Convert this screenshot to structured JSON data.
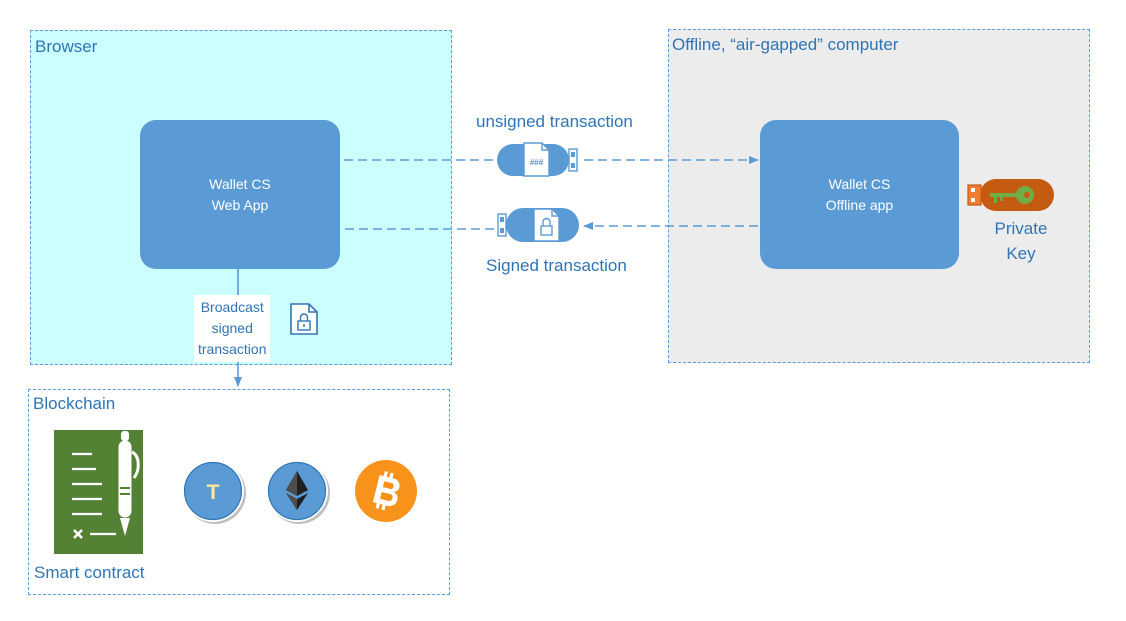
{
  "regions": {
    "browser": "Browser",
    "offline": "Offline, “air-gapped” computer",
    "blockchain": "Blockchain"
  },
  "apps": {
    "web": [
      "Wallet CS",
      "Web App"
    ],
    "offline": [
      "Wallet CS",
      "Offline app"
    ]
  },
  "flows": {
    "unsigned": "unsigned transaction",
    "signed": "Signed transaction",
    "broadcast": [
      "Broadcast",
      "signed",
      "transaction"
    ],
    "usb_doc_glyph": "###"
  },
  "private_key": [
    "Private",
    "Key"
  ],
  "blockchain": {
    "token_letter": "T",
    "smart_contract": "Smart contract"
  },
  "colors": {
    "browser_fill": "#ccffff",
    "offline_fill": "#ececec",
    "dash_border": "#5b9bd5",
    "app_box": "#5b9bd5",
    "label_text": "#2e75b6",
    "contract_green": "#548235",
    "bitcoin_orange": "#f7931a",
    "key_orange": "#c55a11",
    "key_green": "#70ad47",
    "token_gold": "#ffe699"
  },
  "icons": [
    "usb-drive-icon",
    "document-icon",
    "padlock-icon",
    "key-icon",
    "smart-contract-icon",
    "pen-icon",
    "token-coin-icon",
    "ethereum-icon",
    "bitcoin-icon"
  ]
}
